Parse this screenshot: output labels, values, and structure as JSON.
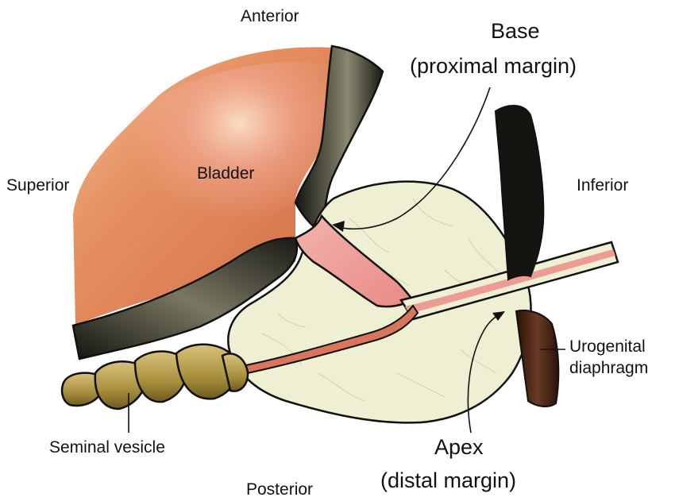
{
  "orientation": {
    "anterior": "Anterior",
    "posterior": "Posterior",
    "superior": "Superior",
    "inferior": "Inferior"
  },
  "structures": {
    "bladder": "Bladder",
    "seminal_vesicle": "Seminal vesicle",
    "urogenital_diaphragm_line1": "Urogenital",
    "urogenital_diaphragm_line2": "diaphragm"
  },
  "callouts": {
    "base_title": "Base",
    "base_subtitle": "(proximal margin)",
    "apex_title": "Apex",
    "apex_subtitle": "(distal margin)"
  },
  "colors": {
    "bladder_orange": "#d9824a",
    "bladder_pink": "#ef9a94",
    "urethra": "#d8755a",
    "prostate": "#eeeed0",
    "muscle_dark": "#2d2b22",
    "seminal_vesicle": "#b8a050",
    "diaphragm": "#4a2a1c"
  }
}
